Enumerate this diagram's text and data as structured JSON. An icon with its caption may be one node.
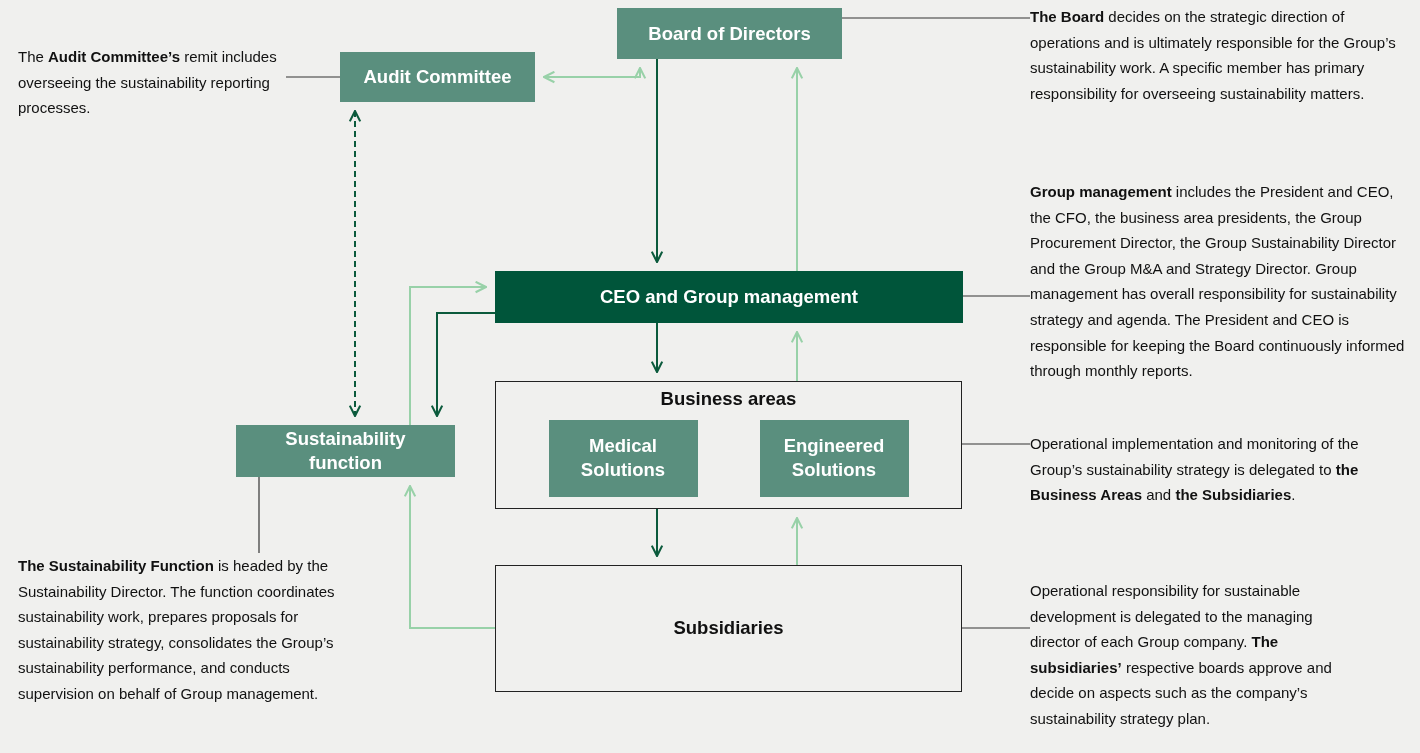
{
  "diagram": {
    "nodes": [
      {
        "text": [
          "Board of Directors"
        ]
      },
      {
        "text": [
          "Audit Committee"
        ]
      },
      {
        "text": [
          "CEO and Group management"
        ]
      },
      {
        "text": [
          "Business areas"
        ]
      },
      {
        "text": [
          "Medical Solutions"
        ],
        "in": 3
      },
      {
        "text": [
          "Engineered Solutions"
        ],
        "in": 3
      },
      {
        "text": [
          "Sustainability function"
        ]
      },
      {
        "text": [
          "Subsidiaries"
        ]
      },
      {
        "text": [
          "The **Audit Committee’s** remit includes overseeing the sustainability reporting processes."
        ]
      },
      {
        "text": [
          "**The Board** decides on the strategic direction of operations and is ultimately responsible for the Group’s sustainability work. A specific member has primary responsibility for overseeing sustainability matters."
        ]
      },
      {
        "text": [
          "**Group management** includes the President and CEO, the CFO, the business area presidents, the Group Procurement Director, the Group Sustainability Director and the Group M&A and Strategy Director. Group management has overall responsibility for sustainability strategy and agenda. The President and CEO is responsible for keeping the Board continuously informed through monthly reports."
        ]
      },
      {
        "text": [
          "Operational implementation and monitoring of the Group’s sustainability strategy is delegated to **the Business Areas** and **the Subsidiaries**."
        ]
      },
      {
        "text": [
          "Operational responsibility for sustainable development is delegated to the managing director of each Group company. **The subsidiaries’** respective boards approve and decide on aspects such as the company’s sustainability strategy plan."
        ]
      },
      {
        "text": [
          "**The Sustainability Function** is headed by the Sustainability Director. The function coordinates sustainability work, prepares proposals for sustainability strategy, consolidates the Group’s sustainability performance, and conducts supervision on behalf of Group management."
        ]
      }
    ],
    "edges": [
      {
        "from": 1,
        "to": 0,
        "arrow": "both",
        "color": "#98d1a8"
      },
      {
        "from": 0,
        "to": 2,
        "arrow": "to",
        "color": "#0b5a3c"
      },
      {
        "from": 2,
        "to": 0,
        "arrow": "to",
        "color": "#98d1a8"
      },
      {
        "from": 1,
        "to": 6,
        "arrow": "both",
        "style": "dashed",
        "color": "#0b5a3c"
      },
      {
        "from": 6,
        "to": 2,
        "arrow": "to",
        "color": "#98d1a8"
      },
      {
        "from": 2,
        "to": 6,
        "arrow": "to",
        "color": "#0b5a3c"
      },
      {
        "from": 2,
        "to": 3,
        "arrow": "to",
        "color": "#0b5a3c"
      },
      {
        "from": 3,
        "to": 2,
        "arrow": "to",
        "color": "#98d1a8"
      },
      {
        "from": 3,
        "to": 7,
        "arrow": "to",
        "color": "#0b5a3c"
      },
      {
        "from": 7,
        "to": 3,
        "arrow": "to",
        "color": "#98d1a8"
      },
      {
        "from": 7,
        "to": 6,
        "arrow": "to",
        "color": "#98d1a8"
      },
      {
        "from": 8,
        "to": 1,
        "arrow": "none",
        "color": "#333333"
      },
      {
        "from": 9,
        "to": 0,
        "arrow": "none",
        "color": "#333333"
      },
      {
        "from": 10,
        "to": 2,
        "arrow": "none",
        "color": "#333333"
      },
      {
        "from": 11,
        "to": 3,
        "arrow": "none",
        "color": "#333333"
      },
      {
        "from": 12,
        "to": 7,
        "arrow": "none",
        "color": "#333333"
      },
      {
        "from": 13,
        "to": 6,
        "arrow": "none",
        "color": "#333333"
      }
    ]
  }
}
